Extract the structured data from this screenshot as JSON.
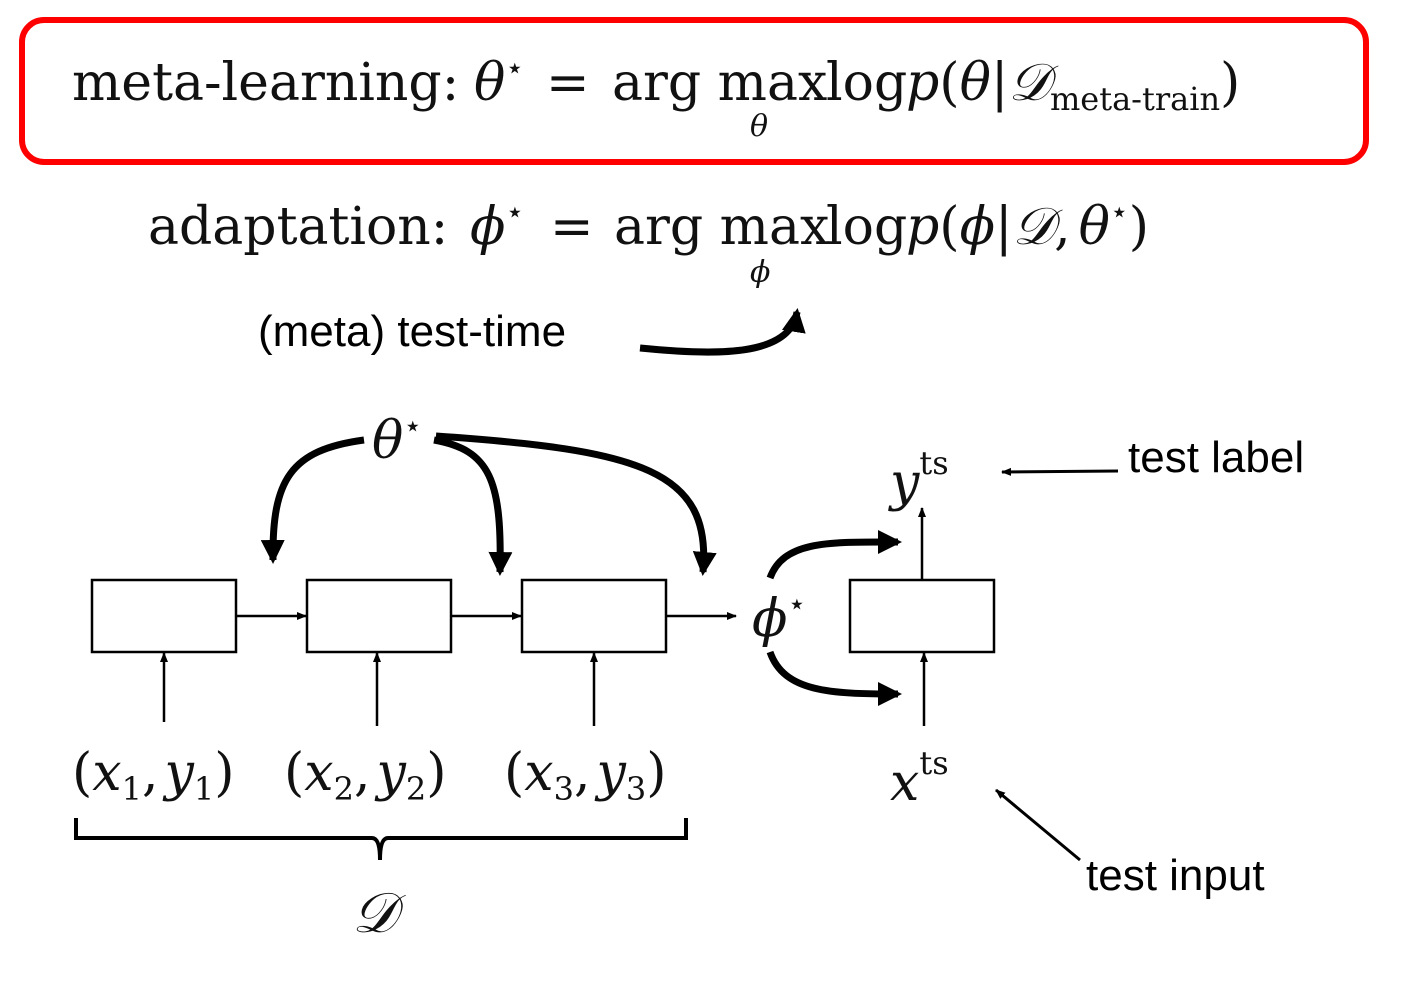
{
  "equations": {
    "meta_learning": {
      "label": "meta-learning:",
      "lhs_var": "θ",
      "star": "⋆",
      "eq": "=",
      "argmax": "arg max",
      "under": "θ",
      "log": "log",
      "p": "p",
      "open": "(",
      "arg": "θ",
      "bar": "|",
      "D": "𝒟",
      "sub": "meta-train",
      "close": ")"
    },
    "adaptation": {
      "label": "adaptation:",
      "lhs_var": "ϕ",
      "star": "⋆",
      "eq": "=",
      "argmax": "arg max",
      "under": "ϕ",
      "log": "log",
      "p": "p",
      "open": "(",
      "arg": "ϕ",
      "bar": "|",
      "D": "𝒟",
      "comma": ",",
      "theta": "θ",
      "close": ")"
    }
  },
  "annotations": {
    "test_time": "(meta) test-time",
    "test_label": "test label",
    "test_input": "test input"
  },
  "nodes": {
    "theta": "θ",
    "phi": "ϕ",
    "star": "⋆",
    "pairs": [
      {
        "open": "(",
        "x": "x",
        "xi": "1",
        "comma": ",",
        "y": "y",
        "yi": "1",
        "close": ")"
      },
      {
        "open": "(",
        "x": "x",
        "xi": "2",
        "comma": ",",
        "y": "y",
        "yi": "2",
        "close": ")"
      },
      {
        "open": "(",
        "x": "x",
        "xi": "3",
        "comma": ",",
        "y": "y",
        "yi": "3",
        "close": ")"
      }
    ],
    "y_test": {
      "var": "y",
      "sup": "ts"
    },
    "x_test": {
      "var": "x",
      "sup": "ts"
    },
    "dataset": "𝒟"
  },
  "colors": {
    "highlight": "#ff0000",
    "ink": "#000000"
  }
}
